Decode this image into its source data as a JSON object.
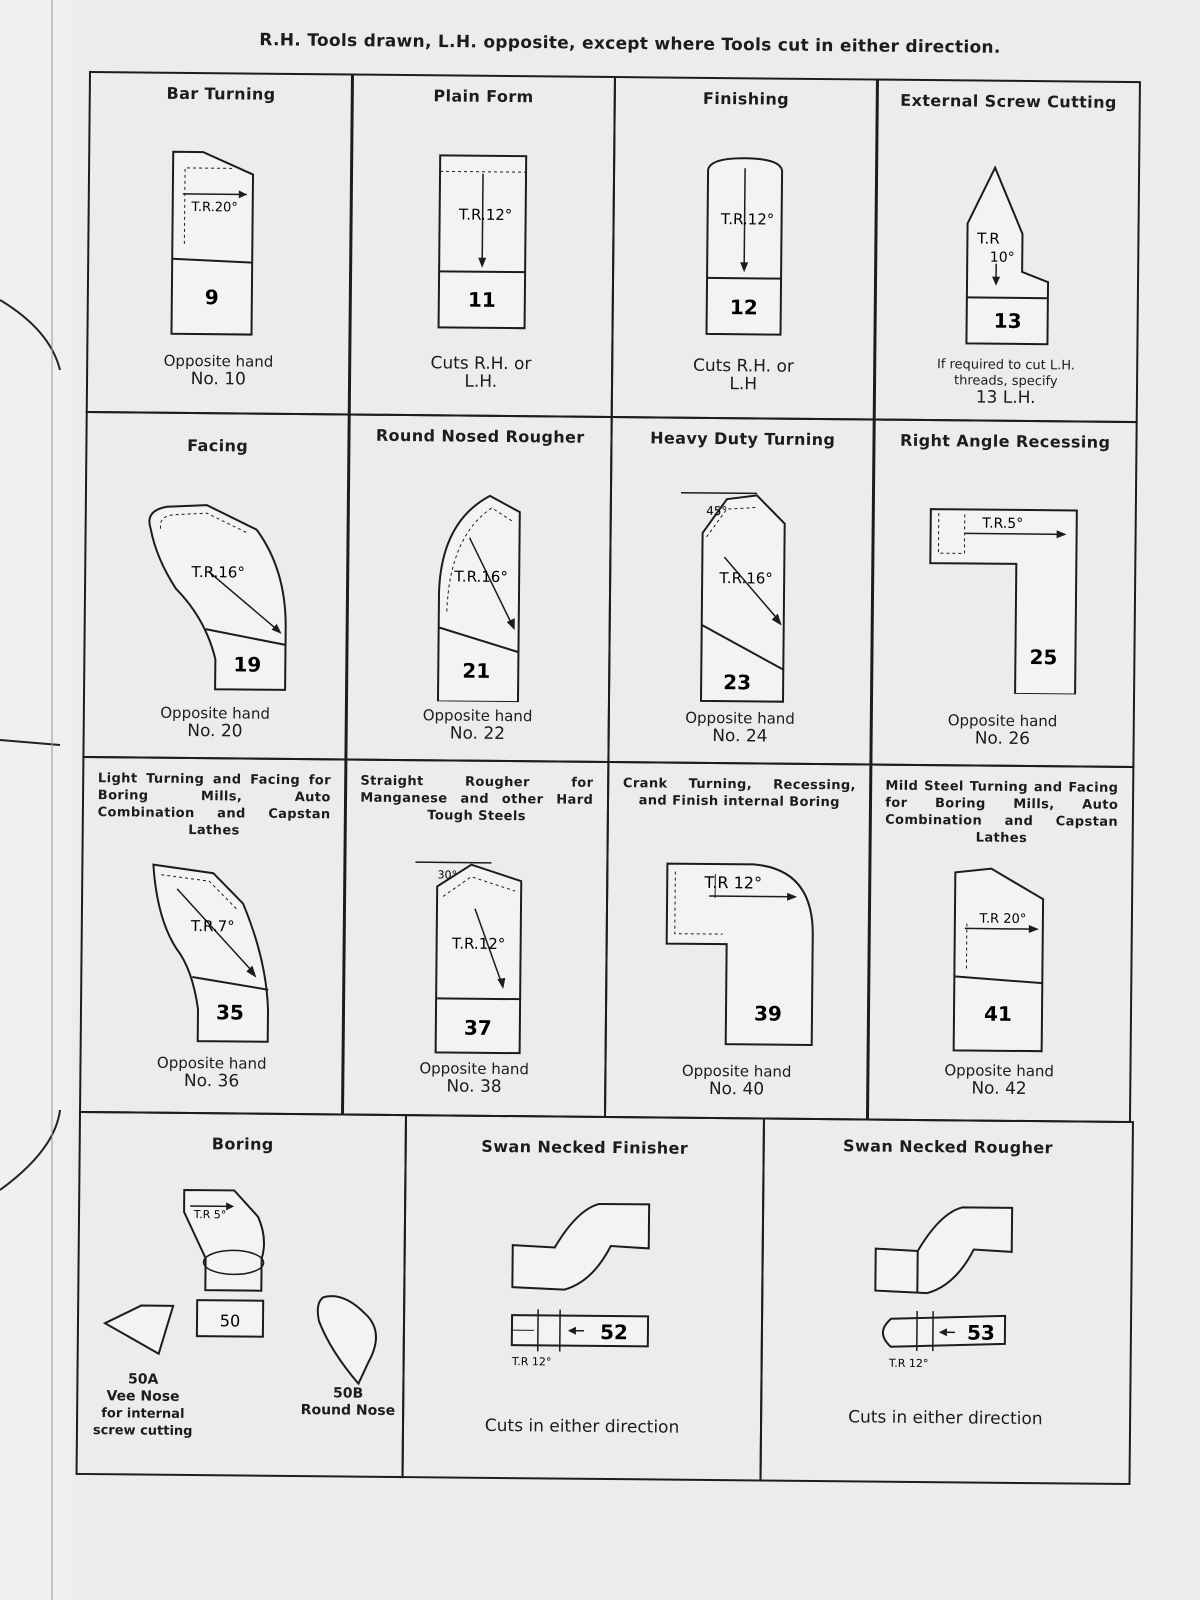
{
  "header": "R.H. Tools drawn, L.H. opposite, except where Tools cut in either direction.",
  "row1": [
    {
      "title": "Bar Turning",
      "tr": "T.R.20°",
      "number": "9",
      "note1": "Opposite hand",
      "note2": "No. 10"
    },
    {
      "title": "Plain Form",
      "tr": "T.R.12°",
      "number": "11",
      "note1": "Cuts R.H. or",
      "note2": "L.H."
    },
    {
      "title": "Finishing",
      "tr": "T.R.12°",
      "number": "12",
      "note1": "Cuts R.H. or",
      "note2": "L.H"
    },
    {
      "title": "External Screw Cutting",
      "tr1": "T.R",
      "tr2": "10°",
      "number": "13",
      "note1": "If required to cut L.H.",
      "note2": "threads, specify",
      "note3": "13 L.H."
    }
  ],
  "row2": [
    {
      "title": "Facing",
      "tr": "T.R.16°",
      "number": "19",
      "note1": "Opposite hand",
      "note2": "No. 20"
    },
    {
      "title": "Round Nosed Rougher",
      "tr": "T.R.16°",
      "number": "21",
      "note1": "Opposite hand",
      "note2": "No. 22"
    },
    {
      "title": "Heavy Duty Turning",
      "angle": "45°",
      "tr": "T.R.16°",
      "number": "23",
      "note1": "Opposite hand",
      "note2": "No. 24"
    },
    {
      "title": "Right Angle Recessing",
      "tr": "T.R.5°",
      "number": "25",
      "note1": "Opposite hand",
      "note2": "No. 26"
    }
  ],
  "row3": [
    {
      "title": "Light Turning and Facing for Boring Mills, Auto Combination and Capstan Lathes",
      "tr": "T.R.7°",
      "number": "35",
      "note1": "Opposite hand",
      "note2": "No. 36"
    },
    {
      "title": "Straight Rougher for Manganese and other Hard Tough Steels",
      "angle": "30°",
      "tr": "T.R.12°",
      "number": "37",
      "note1": "Opposite hand",
      "note2": "No. 38"
    },
    {
      "title": "Crank Turning, Recessing, and Finish internal Boring",
      "tr": "T.R 12°",
      "number": "39",
      "note1": "Opposite hand",
      "note2": "No. 40"
    },
    {
      "title": "Mild Steel Turning and Facing for Boring Mills, Auto Combination and Capstan Lathes",
      "tr": "T.R 20°",
      "number": "41",
      "note1": "Opposite hand",
      "note2": "No. 42"
    }
  ],
  "row4": {
    "boring": {
      "title": "Boring",
      "tr": "T.R 5°",
      "number": "50",
      "a_number": "50A",
      "a_lines": [
        "Vee Nose",
        "for internal",
        "screw cutting"
      ],
      "b_number": "50B",
      "b_label": "Round Nose"
    },
    "finisher": {
      "title": "Swan Necked Finisher",
      "number": "52",
      "tr": "T.R 12°",
      "note": "Cuts in either direction"
    },
    "rougher": {
      "title": "Swan Necked Rougher",
      "number": "53",
      "tr": "T.R 12°",
      "note": "Cuts in either direction"
    }
  }
}
